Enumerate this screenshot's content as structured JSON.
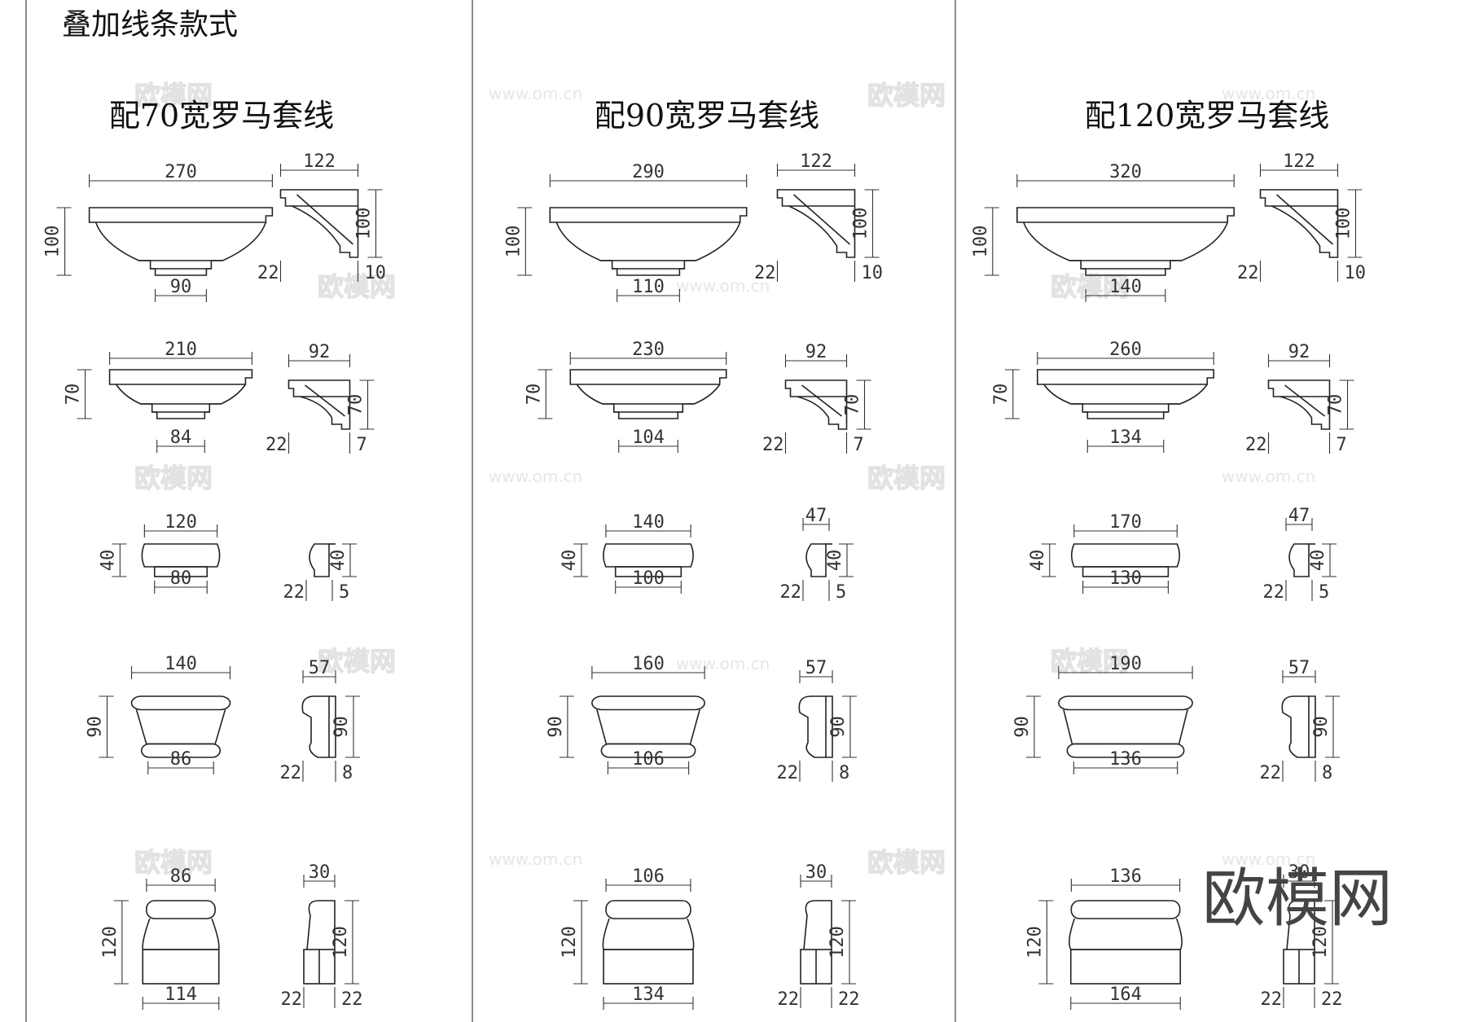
{
  "page_title": "叠加线条款式",
  "columns": [
    {
      "heading": "配70宽罗马套线",
      "rows": [
        {
          "width": "270",
          "height": "100",
          "base": "90",
          "side_top": "122",
          "side_a": "22",
          "side_b": "10",
          "side_h": "100"
        },
        {
          "width": "210",
          "height": "70",
          "base": "84",
          "side_top": "92",
          "side_a": "22",
          "side_b": "7",
          "side_h": "70"
        },
        {
          "width": "120",
          "height": "40",
          "base": "80",
          "side_top": "",
          "side_a": "22",
          "side_b": "5",
          "side_h": "40"
        },
        {
          "width": "140",
          "height": "90",
          "base": "86",
          "side_top": "57",
          "side_a": "22",
          "side_b": "8",
          "side_h": "90"
        },
        {
          "width": "86",
          "height": "120",
          "base": "114",
          "side_top": "30",
          "side_a": "22",
          "side_b": "22",
          "side_h": "120"
        }
      ]
    },
    {
      "heading": "配90宽罗马套线",
      "rows": [
        {
          "width": "290",
          "height": "100",
          "base": "110",
          "side_top": "122",
          "side_a": "22",
          "side_b": "10",
          "side_h": "100"
        },
        {
          "width": "230",
          "height": "70",
          "base": "104",
          "side_top": "92",
          "side_a": "22",
          "side_b": "7",
          "side_h": "70"
        },
        {
          "width": "140",
          "height": "40",
          "base": "100",
          "side_top": "47",
          "side_a": "22",
          "side_b": "5",
          "side_h": "40"
        },
        {
          "width": "160",
          "height": "90",
          "base": "106",
          "side_top": "57",
          "side_a": "22",
          "side_b": "8",
          "side_h": "90"
        },
        {
          "width": "106",
          "height": "120",
          "base": "134",
          "side_top": "30",
          "side_a": "22",
          "side_b": "22",
          "side_h": "120"
        }
      ]
    },
    {
      "heading": "配120宽罗马套线",
      "rows": [
        {
          "width": "320",
          "height": "100",
          "base": "140",
          "side_top": "122",
          "side_a": "22",
          "side_b": "10",
          "side_h": "100"
        },
        {
          "width": "260",
          "height": "70",
          "base": "134",
          "side_top": "92",
          "side_a": "22",
          "side_b": "7",
          "side_h": "70"
        },
        {
          "width": "170",
          "height": "40",
          "base": "130",
          "side_top": "47",
          "side_a": "22",
          "side_b": "5",
          "side_h": "40"
        },
        {
          "width": "190",
          "height": "90",
          "base": "136",
          "side_top": "57",
          "side_a": "22",
          "side_b": "8",
          "side_h": "90"
        },
        {
          "width": "136",
          "height": "120",
          "base": "164",
          "side_top": "30",
          "side_a": "22",
          "side_b": "22",
          "side_h": "120"
        }
      ]
    }
  ],
  "watermark_logo": "欧模网",
  "watermark_url": "www.om.cn"
}
